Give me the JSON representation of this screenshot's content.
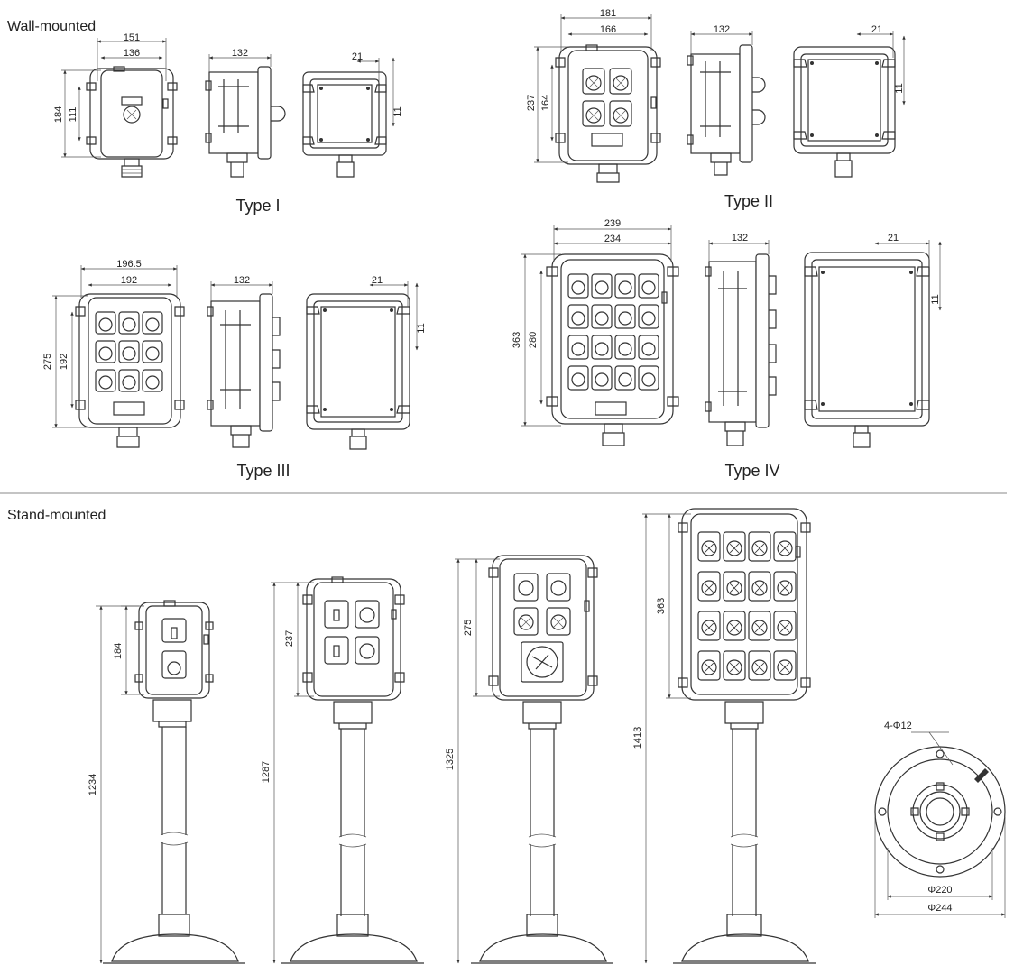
{
  "sections": {
    "wall": "Wall-mounted",
    "stand": "Stand-mounted"
  },
  "types": {
    "t1": "Type I",
    "t2": "Type II",
    "t3": "Type III",
    "t4": "Type IV"
  },
  "dims": {
    "t1": {
      "outer_w": "151",
      "inner_w": "136",
      "outer_h": "184",
      "inner_h": "111",
      "depth": "132",
      "tab": "21",
      "hole": "11"
    },
    "t2": {
      "outer_w": "181",
      "inner_w": "166",
      "outer_h": "237",
      "inner_h": "164",
      "depth": "132",
      "tab": "21",
      "hole": "11"
    },
    "t3": {
      "outer_w": "196.5",
      "inner_w": "192",
      "outer_h": "275",
      "inner_h": "192",
      "depth": "132",
      "tab": "21",
      "hole": "11"
    },
    "t4": {
      "outer_w": "239",
      "inner_w": "234",
      "outer_h": "363",
      "inner_h": "280",
      "depth": "132",
      "tab": "21",
      "hole": "11"
    },
    "stand": {
      "s1_box": "184",
      "s1_total": "1234",
      "s2_box": "237",
      "s2_total": "1287",
      "s3_box": "275",
      "s3_total": "1325",
      "s4_box": "363",
      "s4_total": "1413"
    },
    "base": {
      "holes": "4-Φ12",
      "inner_d": "Φ220",
      "outer_d": "Φ244"
    }
  },
  "colors": {
    "line": "#333333",
    "background": "#ffffff"
  }
}
